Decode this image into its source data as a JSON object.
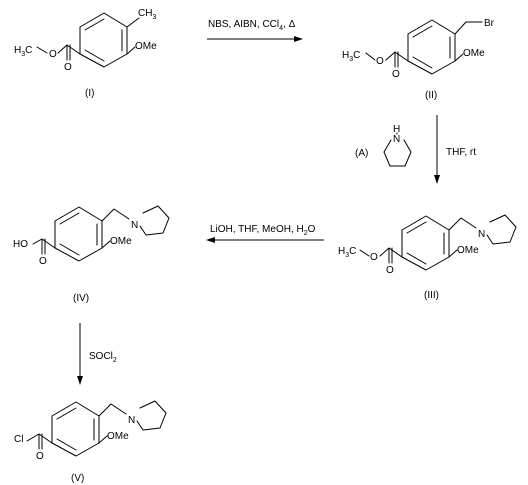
{
  "compounds": {
    "I": {
      "label": "(I)",
      "atoms": {
        "ch3": "CH",
        "ch3_sub": "3",
        "ome": "OMe",
        "h3c": "H",
        "h3c_sub": "3",
        "h3c_c": "C",
        "o_ester": "O",
        "o_carbonyl": "O"
      }
    },
    "II": {
      "label": "(II)",
      "atoms": {
        "br": "Br",
        "ome": "OMe",
        "h3c": "H",
        "h3c_sub": "3",
        "h3c_c": "C",
        "o_ester": "O",
        "o_carbonyl": "O"
      }
    },
    "III": {
      "label": "(III)",
      "atoms": {
        "n": "N",
        "ome": "OMe",
        "h3c": "H",
        "h3c_sub": "3",
        "h3c_c": "C",
        "o_ester": "O",
        "o_carbonyl": "O"
      }
    },
    "IV": {
      "label": "(IV)",
      "atoms": {
        "n": "N",
        "ome": "OMe",
        "ho": "HO",
        "o_carbonyl": "O"
      }
    },
    "V": {
      "label": "(V)",
      "atoms": {
        "n": "N",
        "ome": "OMe",
        "cl": "Cl",
        "o_carbonyl": "O"
      }
    },
    "A": {
      "label": "(A)",
      "atoms": {
        "n": "N",
        "h": "H"
      }
    }
  },
  "reactions": {
    "step1": {
      "reagents": "NBS, AIBN, CCl",
      "reagents_sub": "4",
      "reagents_tail": ", Δ"
    },
    "step2": {
      "conditions": "THF, rt"
    },
    "step3": {
      "reagents": "LiOH, THF, MeOH, H",
      "reagents_sub": "2",
      "reagents_tail": "O"
    },
    "step4": {
      "reagents": "SOCl",
      "reagents_sub": "2"
    }
  }
}
